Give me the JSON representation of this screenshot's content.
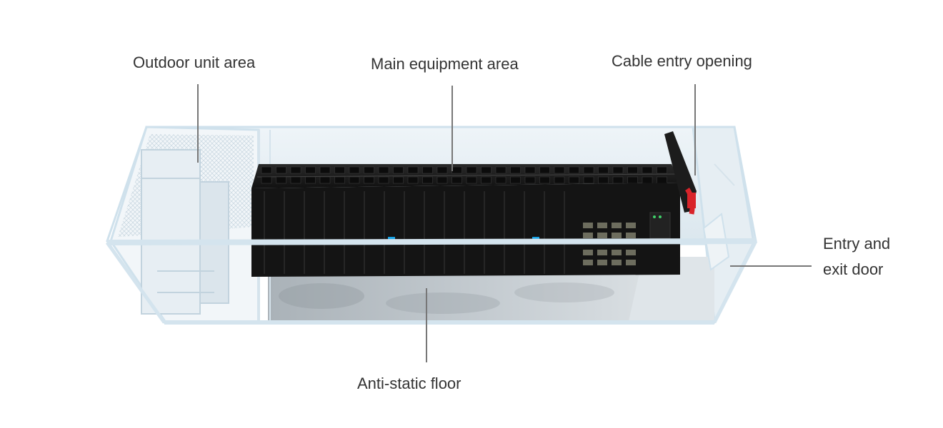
{
  "callouts": {
    "outdoor_unit_area": "Outdoor unit area",
    "main_equipment_area": "Main equipment area",
    "cable_entry_opening": "Cable entry opening",
    "entry_exit_door_line1": "Entry and",
    "entry_exit_door_line2": "exit door",
    "anti_static_floor": "Anti-static floor"
  },
  "colors": {
    "container_frame": "#cfe1ec",
    "container_glass": "#e4eef4",
    "rack_body": "#1a1a1a",
    "indicator_blue": "#19a3e6",
    "cable_red": "#d9242a",
    "leader_line": "#777777",
    "label_text": "#333333"
  }
}
